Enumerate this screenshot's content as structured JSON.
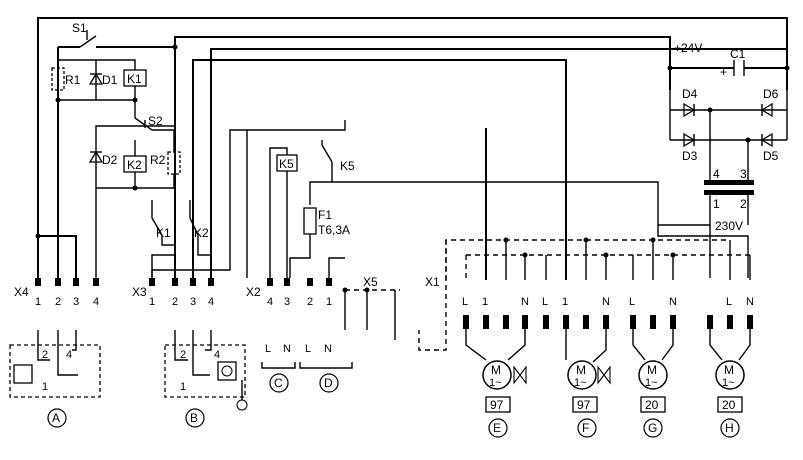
{
  "switches": {
    "s1": "S1",
    "s2": "S2"
  },
  "relays": {
    "r1": "R1",
    "r2": "R2",
    "k1": "K1",
    "k2": "K2",
    "k5": "K5"
  },
  "diodes": {
    "d1": "D1",
    "d2": "D2",
    "d3": "D3",
    "d4": "D4",
    "d5": "D5",
    "d6": "D6"
  },
  "supply": {
    "plus24": "+24V",
    "c1": "C1",
    "c1_plus": "+",
    "v230": "230V",
    "tr_4": "4",
    "tr_3": "3",
    "tr_1": "1",
    "tr_2": "2"
  },
  "fuse": {
    "name": "F1",
    "rating": "T6,3A"
  },
  "connectors": {
    "x4": {
      "name": "X4",
      "pins": [
        "1",
        "2",
        "3",
        "4"
      ]
    },
    "x3": {
      "name": "X3",
      "pins": [
        "1",
        "2",
        "3",
        "4"
      ]
    },
    "x2": {
      "name": "X2",
      "pins": [
        "4",
        "3",
        "2",
        "1"
      ]
    },
    "x5": {
      "name": "X5"
    },
    "x1": {
      "name": "X1",
      "pins": [
        "L",
        "1",
        "N",
        "L",
        "1",
        "N",
        "L",
        "N",
        "L",
        "N"
      ]
    }
  },
  "loads": {
    "c_labels": [
      "L",
      "N"
    ],
    "d_labels": [
      "L",
      "N"
    ],
    "motor_text": "M",
    "motor_sub": "1~",
    "e_code": "97",
    "f_code": "97",
    "g_code": "20",
    "h_code": "20"
  },
  "thermostats": {
    "a_2": "2",
    "a_4": "4",
    "a_1": "1",
    "b_2": "2",
    "b_4": "4",
    "b_1": "1"
  },
  "markers": {
    "a": "A",
    "b": "B",
    "c": "C",
    "d": "D",
    "e": "E",
    "f": "F",
    "g": "G",
    "h": "H"
  }
}
